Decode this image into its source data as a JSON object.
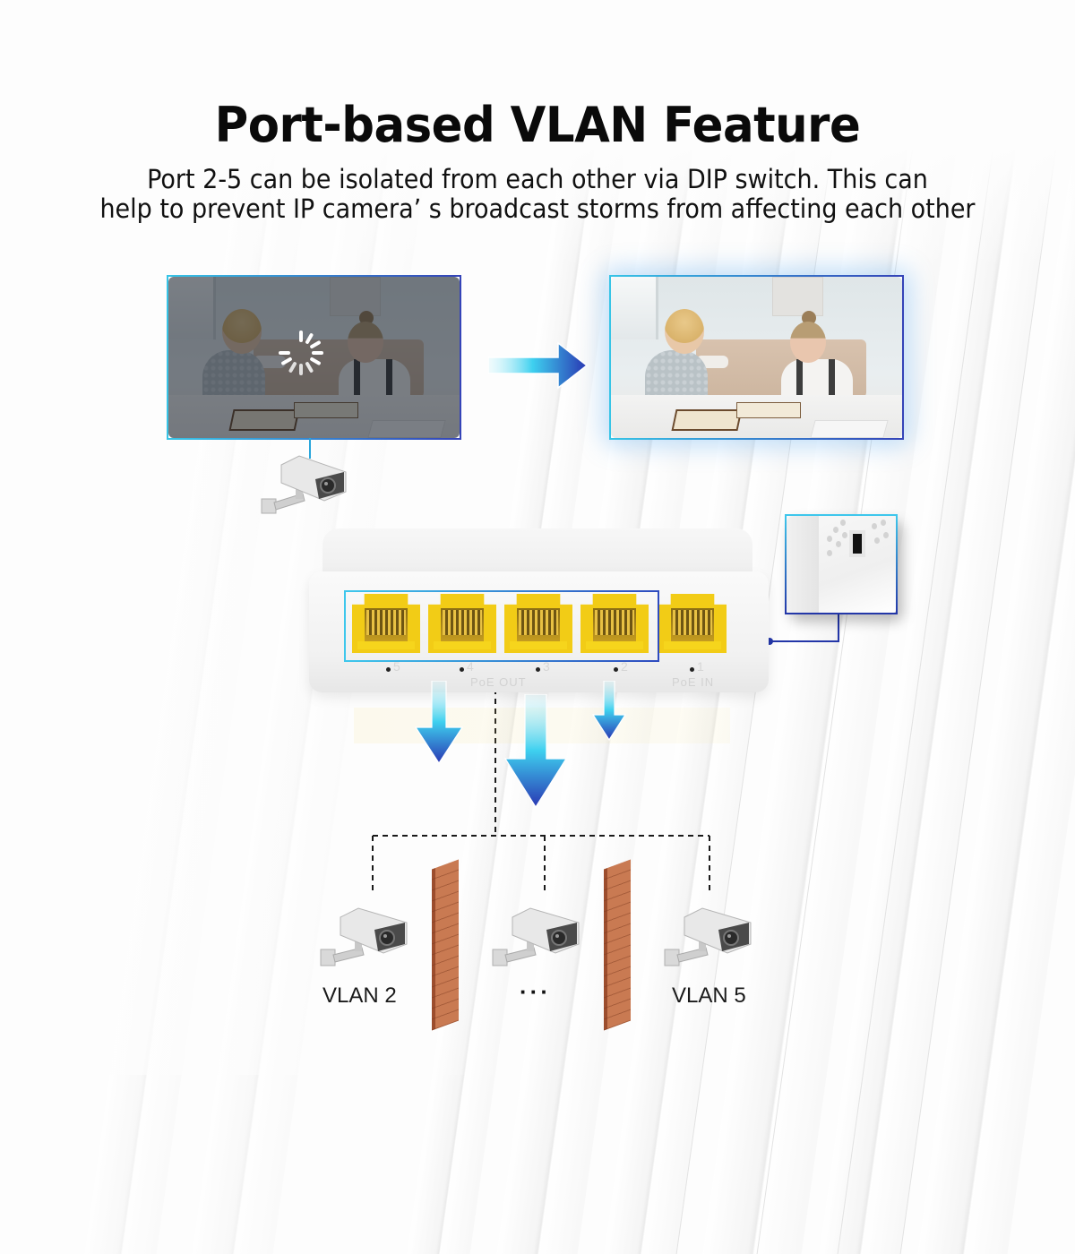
{
  "header": {
    "title": "Port-based VLAN Feature",
    "subtitle_line1": "Port 2-5 can be isolated from each other via DIP switch. This can",
    "subtitle_line2": "help to prevent IP camera’ s broadcast storms from affecting each other"
  },
  "camera_views": {
    "before": {
      "state": "loading",
      "icon": "loading-spinner-icon"
    },
    "after": {
      "state": "clear"
    }
  },
  "switch": {
    "ports": [
      {
        "number": "5",
        "group": "PoE OUT",
        "isolated": true
      },
      {
        "number": "4",
        "group": "PoE OUT",
        "isolated": true
      },
      {
        "number": "3",
        "group": "PoE OUT",
        "isolated": true
      },
      {
        "number": "2",
        "group": "PoE OUT",
        "isolated": true
      },
      {
        "number": "1",
        "group": "PoE IN",
        "isolated": false
      }
    ],
    "label_poe_out": "PoE OUT",
    "label_poe_in": "PoE IN",
    "dip_switch_inset": "dip-switch"
  },
  "vlans": [
    {
      "label": "VLAN 2",
      "icon": "security-camera-icon"
    },
    {
      "label": "···",
      "icon": "security-camera-icon"
    },
    {
      "label": "VLAN 5",
      "icon": "security-camera-icon"
    }
  ],
  "colors": {
    "accent_cyan": "#3ec7ec",
    "accent_blue": "#2e3fb5",
    "port_yellow": "#f2cc16",
    "brick": "#c97a52",
    "text": "#0a0a0a"
  }
}
